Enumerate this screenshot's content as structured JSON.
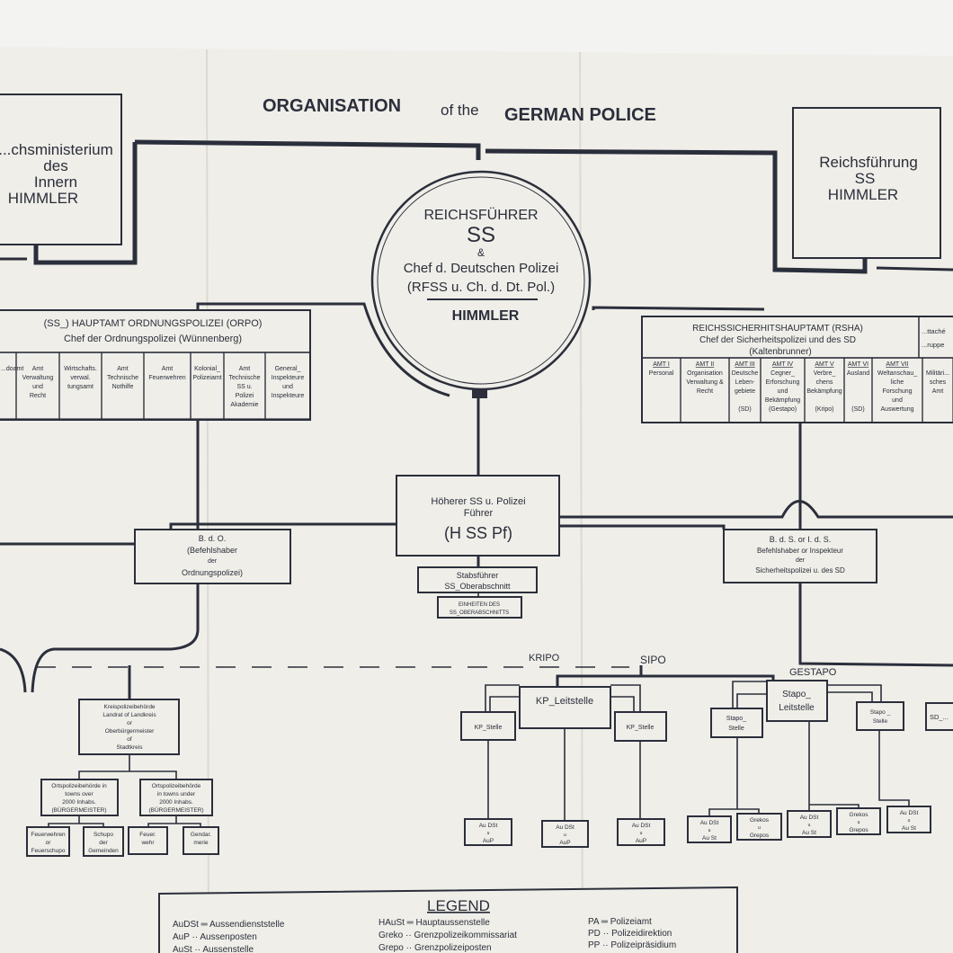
{
  "title": {
    "part1": "ORGANISATION",
    "part2": "of the",
    "part3": "GERMAN POLICE"
  },
  "reichsministerium": {
    "lines": [
      "...chsministerium",
      "des",
      "Innern",
      "HIMMLER"
    ]
  },
  "reichsfuehrung": {
    "lines": [
      "Reichsführung",
      "SS",
      "HIMMLER"
    ]
  },
  "rfss": {
    "lines": [
      "REICHSFÜHRER",
      "SS",
      "&",
      "Chef d. Deutschen Polizei",
      "(RFSS u. Ch. d. Dt. Pol.)",
      "HIMMLER"
    ]
  },
  "orpo": {
    "header": [
      "(SS_) HAUPTAMT ORDNUNGSPOLIZEI (ORPO)",
      "Chef der Ordnungspolizei (Wünnenberg)"
    ],
    "cells": [
      {
        "lines": [
          "...doamt"
        ]
      },
      {
        "lines": [
          "Amt",
          "Verwaltung",
          "und",
          "Recht"
        ]
      },
      {
        "lines": [
          "Wirtschafts.",
          "verwal.",
          "tungsamt"
        ]
      },
      {
        "lines": [
          "Amt",
          "Technische",
          "Nothilfe"
        ]
      },
      {
        "lines": [
          "Amt",
          "Feuerwehren"
        ]
      },
      {
        "lines": [
          "Kolonial_",
          "Polizeiamt"
        ]
      },
      {
        "lines": [
          "Amt",
          "Technische",
          "SS u.",
          "Polizei",
          "Akademie"
        ]
      },
      {
        "lines": [
          "General_",
          "Inspekteure",
          "und",
          "Inspekteure"
        ]
      }
    ]
  },
  "rsha": {
    "header": [
      "REICHSSICHERHITSHAUPTAMT (RSHA)",
      "Chef der Sicherheitspolizei und des SD",
      "(Kaltenbrunner)"
    ],
    "side": [
      "...ttaché",
      "...ruppe"
    ],
    "cells": [
      {
        "amt": "AMT I",
        "lines": [
          "Personal"
        ]
      },
      {
        "amt": "AMT II",
        "lines": [
          "Organisation",
          "Verwaltung &",
          "Recht"
        ]
      },
      {
        "amt": "AMT III",
        "lines": [
          "Deutsche",
          "Leben-",
          "gebiete",
          "",
          "(SD)"
        ]
      },
      {
        "amt": "AMT IV",
        "lines": [
          "Cegner_",
          "Erforschung",
          "und",
          "Bekämpfung",
          "(Gestapo)"
        ]
      },
      {
        "amt": "AMT V",
        "lines": [
          "Verbre_",
          "chens",
          "Bekämpfung",
          "",
          "(Kripo)"
        ]
      },
      {
        "amt": "AMT VI",
        "lines": [
          "Ausland",
          "",
          "",
          "",
          "(SD)"
        ]
      },
      {
        "amt": "AMT VII",
        "lines": [
          "Weltanschau_",
          "liche",
          "Forschung",
          "und",
          "Auswertung"
        ]
      },
      {
        "amt": "",
        "lines": [
          "Militäri...",
          "sches",
          "Amt"
        ]
      }
    ]
  },
  "hsspf": {
    "lines": [
      "Höherer SS u. Polizei",
      "Führer",
      "(H SS Pf)"
    ]
  },
  "bdo": {
    "lines": [
      "B. d. O.",
      "(Befehlshaber",
      "der",
      "Ordnungspolizei)"
    ]
  },
  "bds": {
    "lines": [
      "B. d. S.   or   I. d. S.",
      "Befehlshaber or Inspekteur",
      "der",
      "Sicherheitspolizei u. des SD"
    ]
  },
  "stabsfuehrer": {
    "lines": [
      "Stabsführer",
      "SS_Oberabschnitt"
    ]
  },
  "einheiten": {
    "lines": [
      "EINHEITEN   DES",
      "SS_OBERABSCHNITTS"
    ]
  },
  "kreis": {
    "lines": [
      "Kreispolizeibehörde",
      "Landrat of Landkreis",
      "or",
      "Oberbürgermeister",
      "of",
      "Stadtkreis"
    ]
  },
  "orts_over": {
    "lines": [
      "Ortspolizeibehörde in",
      "towns over",
      "2000 Inhabs.",
      "(BÜRGERMEISTER)"
    ]
  },
  "orts_under": {
    "lines": [
      "Ortspolizeibehörde",
      "in towns under",
      "2000 Inhabs.",
      "(BÜRGERMEISTER)"
    ]
  },
  "local": [
    {
      "lines": [
        "Feuerwehren",
        "or",
        "Feuerschupo"
      ]
    },
    {
      "lines": [
        "Schupo",
        "der",
        "Gemeinden"
      ]
    },
    {
      "lines": [
        "Feuer.",
        "wehr"
      ]
    },
    {
      "lines": [
        "Gendar.",
        "merie"
      ]
    }
  ],
  "labels": {
    "sipo": "SIPO",
    "kripo": "KRIPO",
    "gestapo": "GESTAPO"
  },
  "kripo": {
    "leitstelle": "KP_Leitstelle",
    "stelle_left": "KP_Stelle",
    "stelle_right": "KP_Stelle",
    "outposts": [
      [
        "Au DSt",
        "u",
        "AuP"
      ],
      [
        "Au DSt",
        "u",
        "AuP"
      ],
      [
        "Au DSt",
        "u",
        "AuP"
      ]
    ]
  },
  "gestapo": {
    "leitstelle": [
      "Stapo_",
      "Leitstelle"
    ],
    "stelle_left": [
      "Stapo_",
      "Stelle"
    ],
    "stelle_right": [
      "Stapo _",
      "Stelle"
    ],
    "sd": "SD_...",
    "outposts": [
      [
        "Au DSt",
        "u",
        "Au St"
      ],
      [
        "Grekos",
        "u",
        "Grepos"
      ],
      [
        "Au DSt",
        "u",
        "Au St"
      ],
      [
        "Grekos",
        "u",
        "Grepos"
      ],
      [
        "Au DSt",
        "u",
        "Au St"
      ]
    ]
  },
  "legend": {
    "title": "LEGEND",
    "col1": [
      "AuDSt ═ Aussendienststelle",
      "AuP   ··  Aussenposten",
      "AuSt  ··  Aussenstelle"
    ],
    "col2": [
      "HAuSt ═ Hauptaussenstelle",
      "Greko ··  Grenzpolizeikommissariat",
      "Grepo ··  Grenzpolizeiposten"
    ],
    "col3": [
      "PA  ═   Polizeiamt",
      "PD  ··   Polizeidirektion",
      "PP  ··   Polizeipräsidium"
    ]
  }
}
